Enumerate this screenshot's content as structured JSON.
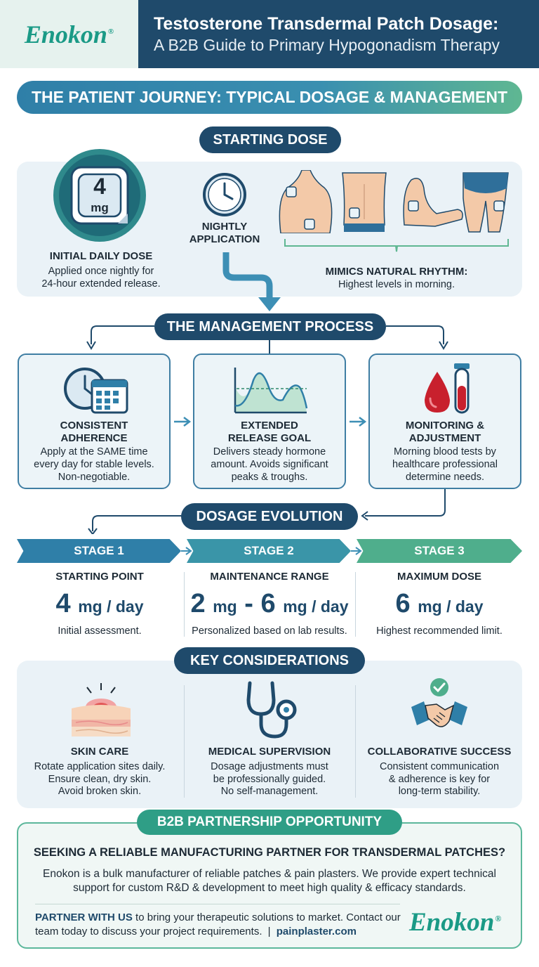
{
  "header": {
    "logo": "Enokon",
    "logo_mark": "®",
    "title_line1": "Testosterone Transdermal Patch Dosage:",
    "title_line2": "A B2B Guide to Primary Hypogonadism Therapy"
  },
  "banner": "THE PATIENT JOURNEY: TYPICAL DOSAGE & MANAGEMENT",
  "starting_dose": {
    "pill": "STARTING DOSE",
    "badge_value": "4",
    "badge_unit": "mg",
    "initial_title": "INITIAL DAILY DOSE",
    "initial_desc_1": "Applied once nightly for",
    "initial_desc_2": "24-hour extended release.",
    "nightly_1": "NIGHTLY",
    "nightly_2": "APPLICATION",
    "rhythm_title": "MIMICS NATURAL RHYTHM:",
    "rhythm_desc": "Highest levels in morning."
  },
  "management": {
    "pill": "THE MANAGEMENT PROCESS",
    "boxes": [
      {
        "title_1": "CONSISTENT",
        "title_2": "ADHERENCE",
        "desc_1": "Apply at the SAME time",
        "desc_2": "every day for stable levels.",
        "desc_3": "Non-negotiable."
      },
      {
        "title_1": "EXTENDED",
        "title_2": "RELEASE GOAL",
        "desc_1": "Delivers steady hormone",
        "desc_2": "amount. Avoids significant",
        "desc_3": "peaks & troughs."
      },
      {
        "title_1": "MONITORING &",
        "title_2": "ADJUSTMENT",
        "desc_1": "Morning blood tests by",
        "desc_2": "healthcare professional",
        "desc_3": "determine needs."
      }
    ]
  },
  "dosage_evolution": {
    "pill": "DOSAGE EVOLUTION",
    "stages": [
      {
        "label": "STAGE 1",
        "title": "STARTING POINT",
        "value": "4",
        "unit": "mg / day",
        "note": "Initial assessment."
      },
      {
        "label": "STAGE 2",
        "title": "MAINTENANCE RANGE",
        "value_low": "2",
        "value_sep": "-",
        "value_high": "6",
        "unit_low": "mg",
        "unit": "mg / day",
        "note": "Personalized based on lab results."
      },
      {
        "label": "STAGE 3",
        "title": "MAXIMUM DOSE",
        "value": "6",
        "unit": "mg / day",
        "note": "Highest recommended limit."
      }
    ],
    "colors": [
      "#2f7fa8",
      "#3a95a8",
      "#4fae8c"
    ]
  },
  "considerations": {
    "pill": "KEY CONSIDERATIONS",
    "items": [
      {
        "title": "SKIN CARE",
        "desc_1": "Rotate application sites daily.",
        "desc_2": "Ensure clean, dry skin.",
        "desc_3": "Avoid broken skin."
      },
      {
        "title": "MEDICAL SUPERVISION",
        "desc_1": "Dosage adjustments must",
        "desc_2": "be professionally guided.",
        "desc_3": "No self-management."
      },
      {
        "title": "COLLABORATIVE SUCCESS",
        "desc_1": "Consistent communication",
        "desc_2": "& adherence is key for",
        "desc_3": "long-term stability."
      }
    ]
  },
  "b2b": {
    "pill": "B2B PARTNERSHIP OPPORTUNITY",
    "question": "SEEKING A RELIABLE MANUFACTURING PARTNER FOR TRANSDERMAL PATCHES?",
    "desc_1": "Enokon is a bulk manufacturer of reliable patches & pain plasters. We provide expert technical",
    "desc_2": "support for custom R&D & development to meet high quality & efficacy standards.",
    "partner_highlight": "PARTNER WITH US",
    "partner_text": " to bring your therapeutic solutions to market. Contact our team today to discuss your project requirements.",
    "separator": "|",
    "website": "painplaster.com",
    "logo": "Enokon",
    "logo_mark": "®"
  }
}
